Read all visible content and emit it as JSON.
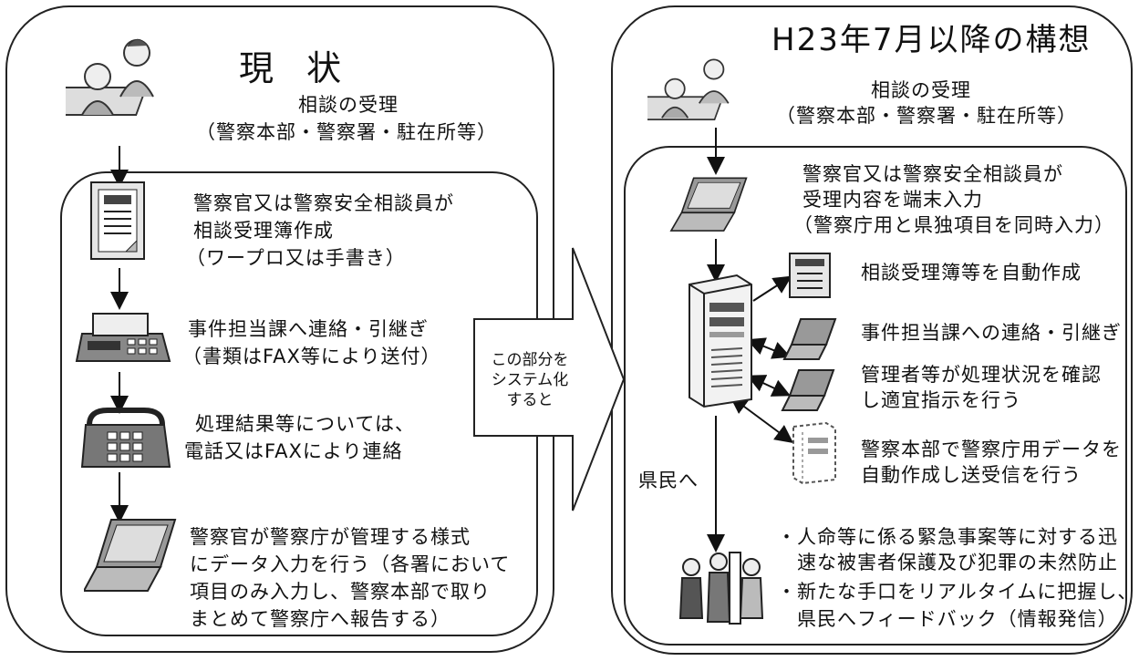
{
  "current": {
    "title": "現 状",
    "reception_line1": "相談の受理",
    "reception_line2": "（警察本部・警察署・駐在所等）",
    "steps": [
      {
        "lines": [
          "警察官又は警察安全相談員が",
          "相談受理簿作成",
          "（ワープロ又は手書き）"
        ]
      },
      {
        "lines": [
          "事件担当課へ連絡・引継ぎ",
          "（書類はFAX等により送付）"
        ]
      },
      {
        "lines": [
          "処理結果等については、",
          "電話又はFAXにより連絡"
        ]
      },
      {
        "lines": [
          "警察官が警察庁が管理する様式",
          "にデータ入力を行う（各署において",
          "項目のみ入力し、警察本部で取り",
          "まとめて警察庁へ報告する）"
        ]
      }
    ]
  },
  "transition": {
    "lines": [
      "この部分を",
      "システム化",
      "すると"
    ]
  },
  "future": {
    "title": "H23年7月以降の構想",
    "reception_line1": "相談の受理",
    "reception_line2": "（警察本部・警察署・駐在所等）",
    "input": [
      "警察官又は警察安全相談員が",
      "受理内容を端末入力",
      "（警察庁用と県独項目を同時入力）"
    ],
    "features": [
      {
        "lines": [
          "相談受理簿等を自動作成"
        ]
      },
      {
        "lines": [
          "事件担当課への連絡・引継ぎ"
        ]
      },
      {
        "lines": [
          "管理者等が処理状況を確認",
          "し適宜指示を行う"
        ]
      },
      {
        "lines": [
          "警察本部で警察庁用データを",
          "自動作成し送受信を行う"
        ]
      }
    ],
    "to_citizens": "県民へ",
    "benefits": [
      "・人命等に係る緊急事案等に対する迅",
      "　速な被害者保護及び犯罪の未然防止",
      "・新たな手口をリアルタイムに把握し、",
      "　県民へフィードバック（情報発信）"
    ]
  },
  "icons": [
    "reception-people-icon",
    "document-icon",
    "fax-icon",
    "telephone-icon",
    "laptop-icon",
    "server-icon",
    "citizens-icon"
  ]
}
